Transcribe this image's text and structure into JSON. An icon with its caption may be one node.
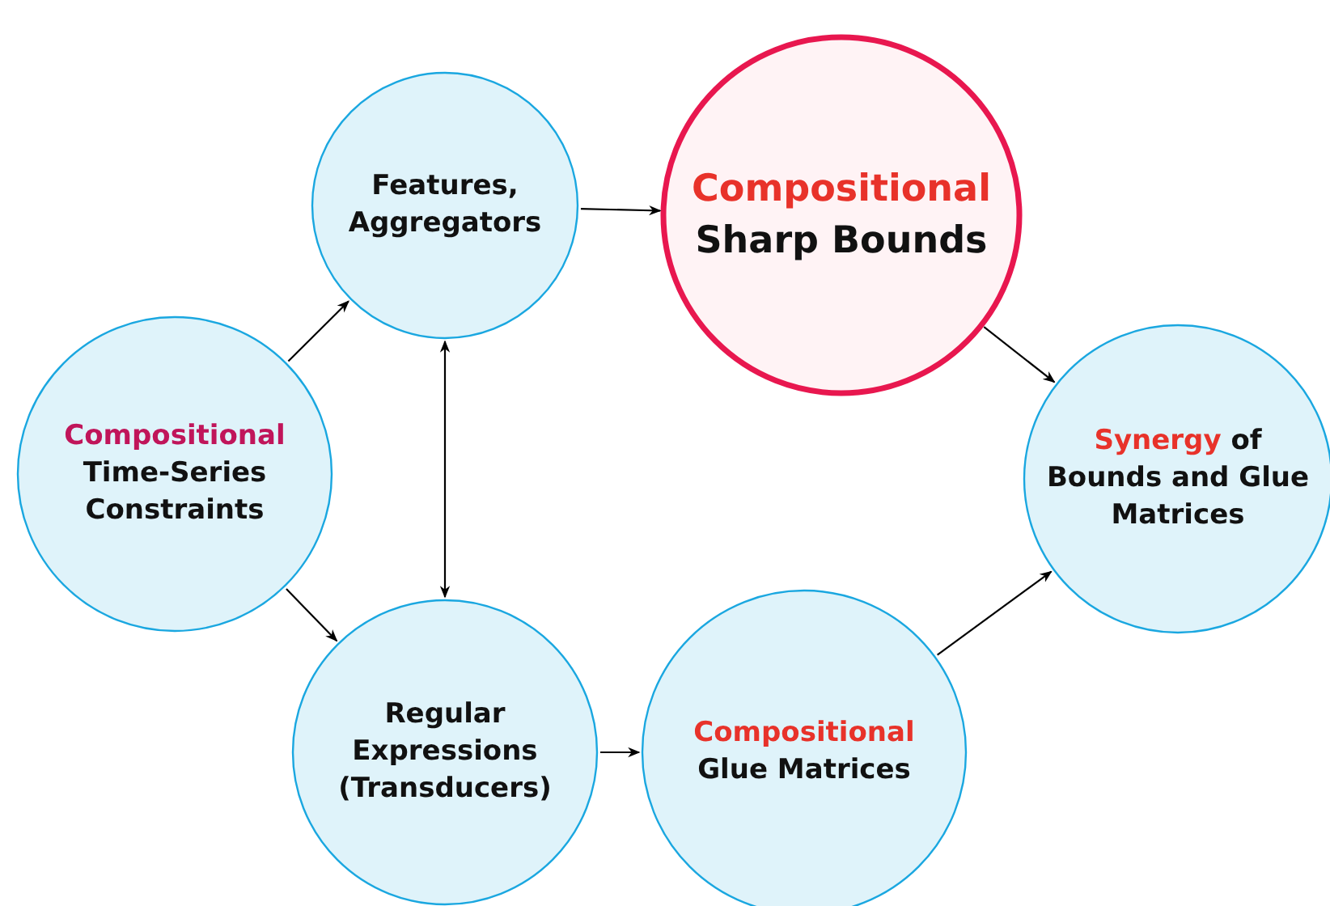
{
  "diagram": {
    "nodes": [
      {
        "text": [
          "Compositional",
          "Time-Series Constraints"
        ]
      },
      {
        "text": [
          "Features, Aggregators"
        ]
      },
      {
        "text": [
          "Compositional",
          "Sharp Bounds"
        ]
      },
      {
        "text": [
          "Regular Expressions (Transducers)"
        ]
      },
      {
        "text": [
          "Compositional",
          "Glue Matrices"
        ]
      },
      {
        "text": [
          "Synergy",
          "of Bounds and Glue Matrices"
        ]
      }
    ],
    "edges": [
      {
        "from": 0,
        "to": 1,
        "arrow": "to"
      },
      {
        "from": 0,
        "to": 3,
        "arrow": "to"
      },
      {
        "from": 1,
        "to": 3,
        "arrow": "both"
      },
      {
        "from": 1,
        "to": 2,
        "arrow": "to"
      },
      {
        "from": 3,
        "to": 4,
        "arrow": "to"
      },
      {
        "from": 2,
        "to": 5,
        "arrow": "to"
      },
      {
        "from": 4,
        "to": 5,
        "arrow": "to"
      }
    ]
  }
}
